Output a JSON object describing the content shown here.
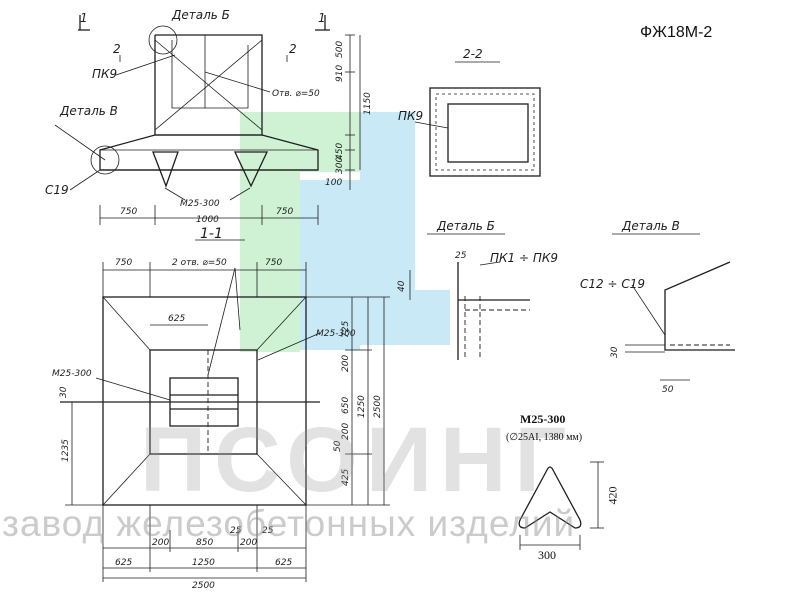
{
  "drawing": {
    "code": "ФЖ18М-2",
    "top_view": {
      "section_mark": "1",
      "detail_b": "Деталь Б",
      "detail_v": "Деталь В",
      "section_2_left": "2",
      "section_2_right": "2",
      "pk9": "ПК9",
      "hole": "Отв. ⌀=50",
      "c19": "С19",
      "m25": "М25-300",
      "dims": {
        "d750_left": "750",
        "d1000": "1000",
        "d750_right": "750",
        "d500": "500",
        "d910": "910",
        "d1150": "1150",
        "d450": "450",
        "d300": "300",
        "d100": "100"
      }
    },
    "section_2_2": {
      "title": "2-2",
      "pk9": "ПК9"
    },
    "detail_b_view": {
      "title": "Деталь Б",
      "pk_range": "ПК1 ÷ ПК9",
      "d25": "25",
      "d40": "40"
    },
    "detail_v_view": {
      "title": "Деталь В",
      "c_range": "С12 ÷ С19",
      "d30": "30",
      "d50": "50"
    },
    "plan_1_1": {
      "title": "1-1",
      "holes": "2 отв. ⌀=50",
      "m25_left": "М25-300",
      "m25_right": "М25-300",
      "dims_top": {
        "d750_left": "750",
        "d750_right": "750"
      },
      "d625_inner": "625",
      "d1235": "1235",
      "d30": "30",
      "right_dims": {
        "d725": "725",
        "d200_a": "200",
        "d650": "650",
        "d200_b": "200",
        "d50": "50",
        "d425": "425",
        "d1250": "1250",
        "d2500": "2500"
      },
      "bottom_dims": {
        "d25_a": "25",
        "d25_b": "25",
        "d200": "200",
        "d850": "850",
        "d200_b": "200",
        "d625_left": "625",
        "d1250": "1250",
        "d625_right": "625",
        "d2500": "2500"
      }
    },
    "m25_detail": {
      "title": "М25-300",
      "subtitle": "(∅25АI, 1380 мм)",
      "height": "420",
      "width": "300"
    },
    "watermark": {
      "brand": "ПСОИНГ",
      "tagline": "завод железобетонных изделий"
    }
  }
}
